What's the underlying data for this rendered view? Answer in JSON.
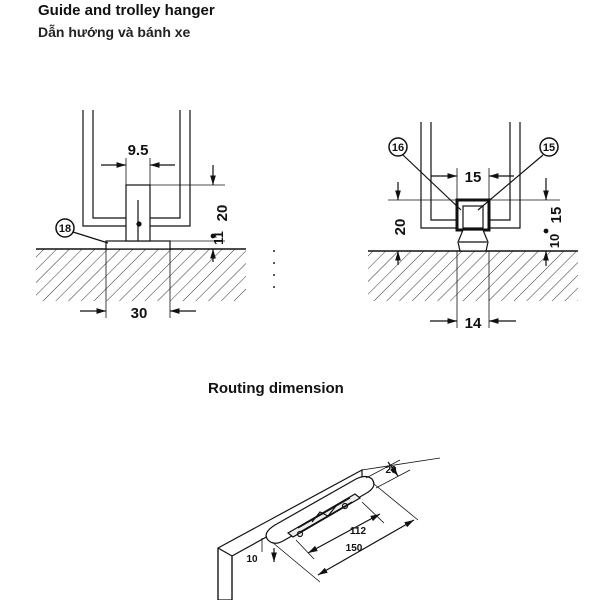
{
  "header": {
    "title": "Guide and trolley hanger",
    "subtitle": "Dẫn hướng và bánh xe"
  },
  "left_drawing": {
    "width_top": "9.5",
    "height_right": "20",
    "gap_right": "11",
    "base_width": "30",
    "callout": "18"
  },
  "right_drawing": {
    "width_top": "15",
    "height_left": "20",
    "height_right": "15",
    "gap_right": "10",
    "bottom_width": "14",
    "callout_left": "16",
    "callout_right": "15"
  },
  "routing": {
    "title": "Routing dimension",
    "width": "20",
    "inner_length": "112",
    "outer_length": "150",
    "depth": "10"
  }
}
